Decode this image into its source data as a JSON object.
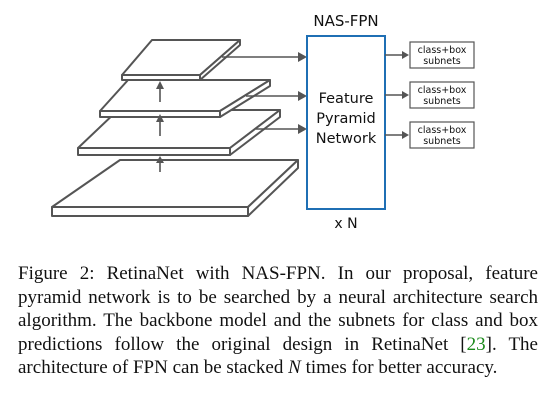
{
  "diagram": {
    "title": "NAS-FPN",
    "fpn_label_lines": [
      "Feature",
      "Pyramid",
      "Network"
    ],
    "repeat_label": "x N",
    "subnets": [
      {
        "line1": "class+box",
        "line2": "subnets"
      },
      {
        "line1": "class+box",
        "line2": "subnets"
      },
      {
        "line1": "class+box",
        "line2": "subnets"
      }
    ]
  },
  "caption": {
    "part1": "Figure 2: RetinaNet with NAS-FPN. In our proposal, feature pyramid network is to be searched by a neural architecture search algorithm. The backbone model and the subnets for class and box predictions follow the original design in RetinaNet [",
    "ref": "23",
    "part2": "]. The architecture of FPN can be stacked ",
    "var": "N",
    "part3": " times for better accuracy."
  }
}
